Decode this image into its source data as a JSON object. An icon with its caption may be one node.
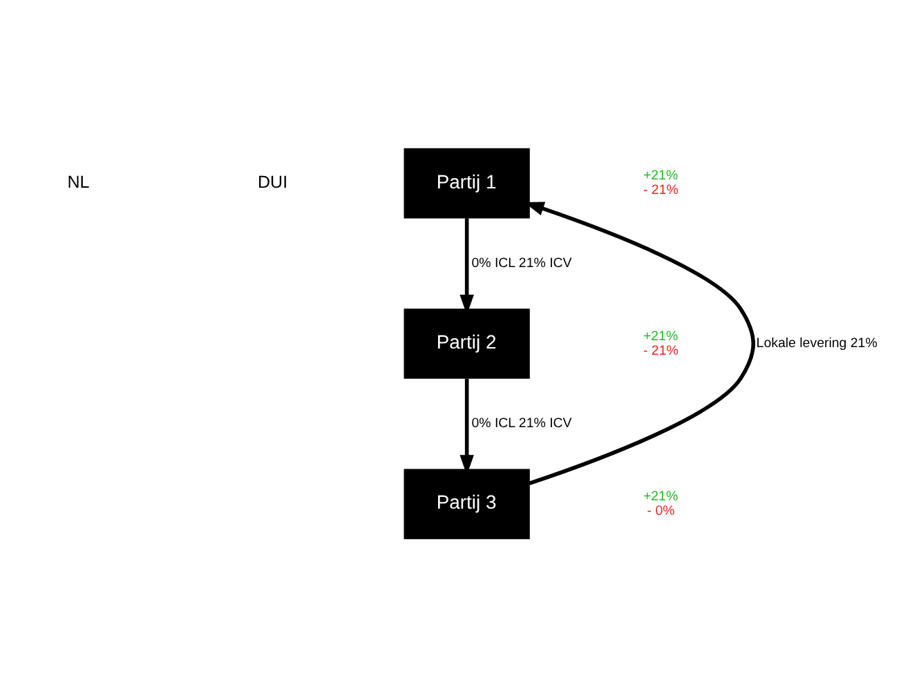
{
  "diagram": {
    "nodes": [
      {
        "text": [
          "Partij 1"
        ],
        "beside": [
          "+21%",
          "- 21%"
        ]
      },
      {
        "text": [
          "Partij 2"
        ],
        "beside": [
          "+21%",
          "- 21%"
        ]
      },
      {
        "text": [
          "Partij 3"
        ],
        "beside": [
          "+21%",
          "- 0%"
        ]
      }
    ],
    "edges": [
      {
        "from": 0,
        "to": 1,
        "arrow": "to",
        "label": "0% ICL 21% ICV"
      },
      {
        "from": 1,
        "to": 2,
        "arrow": "to",
        "label": "0% ICL 21% ICV"
      },
      {
        "from": 2,
        "to": 0,
        "arrow": "to",
        "label": "Lokale levering 21%"
      }
    ],
    "labels": [
      "NL",
      "DUI"
    ]
  }
}
